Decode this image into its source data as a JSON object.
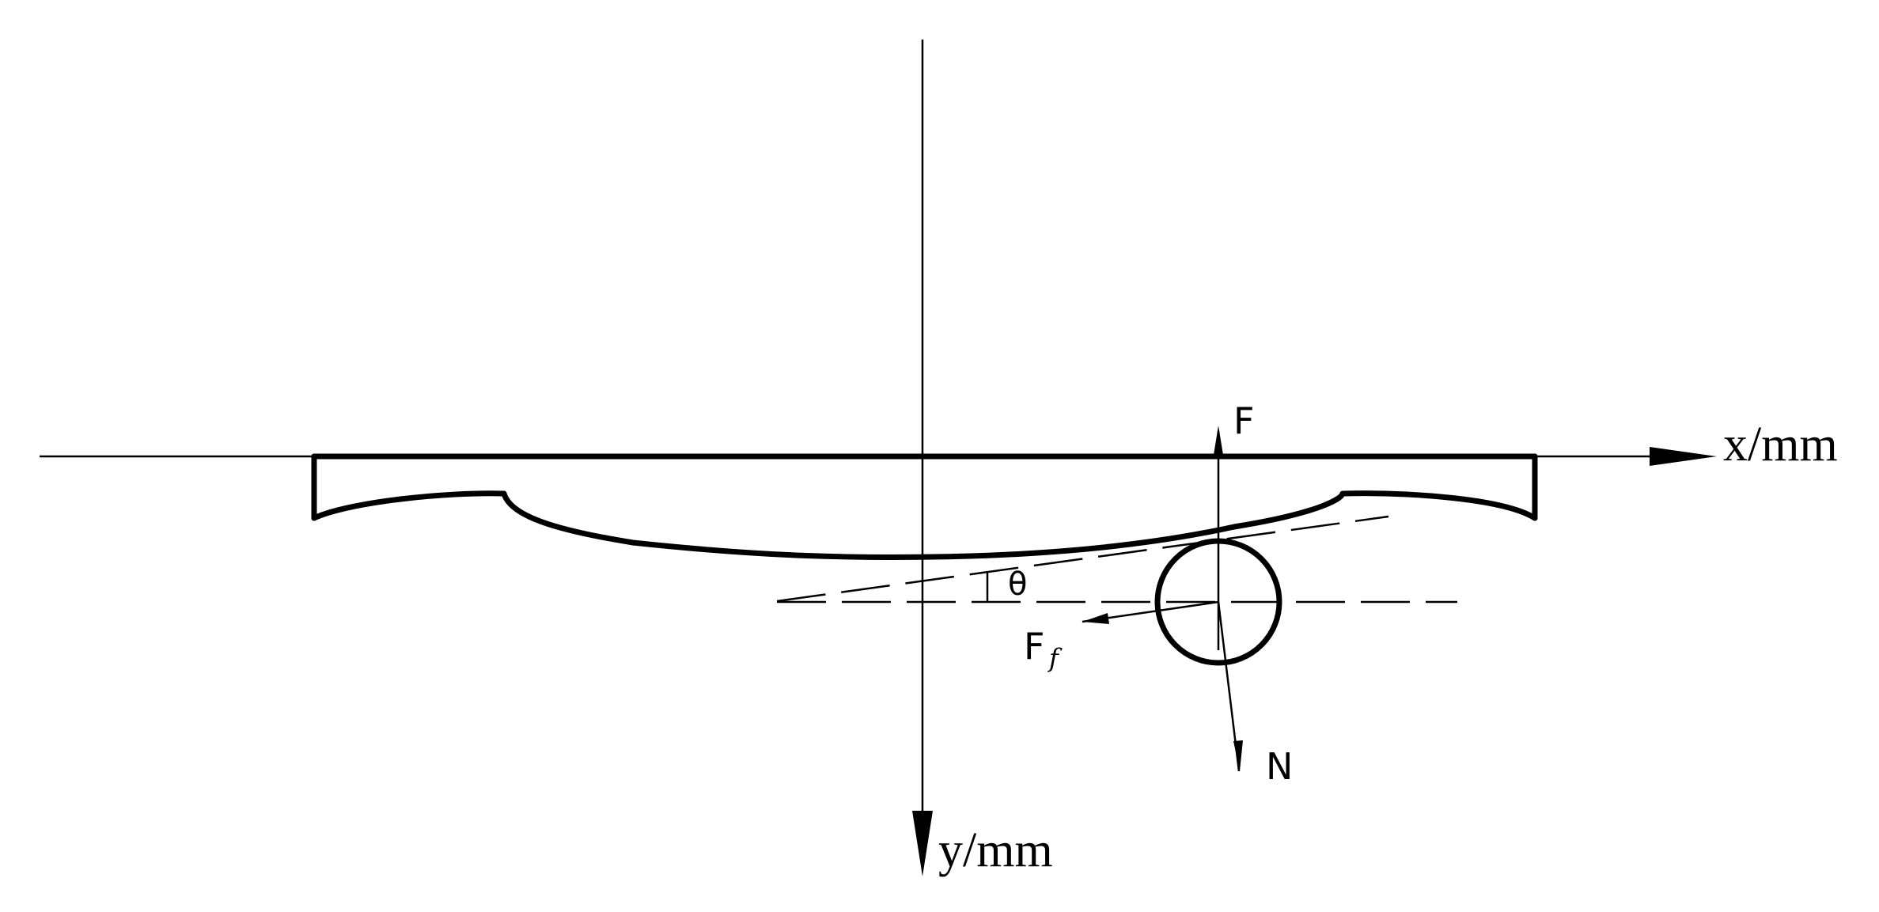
{
  "axes": {
    "x_label": "x/mm",
    "y_label": "y/mm"
  },
  "forces": {
    "applied": "F",
    "friction": "F",
    "friction_subscript": "f",
    "normal": "N"
  },
  "angle": {
    "symbol": "θ"
  },
  "colors": {
    "ink": "#000000",
    "background": "#ffffff"
  }
}
